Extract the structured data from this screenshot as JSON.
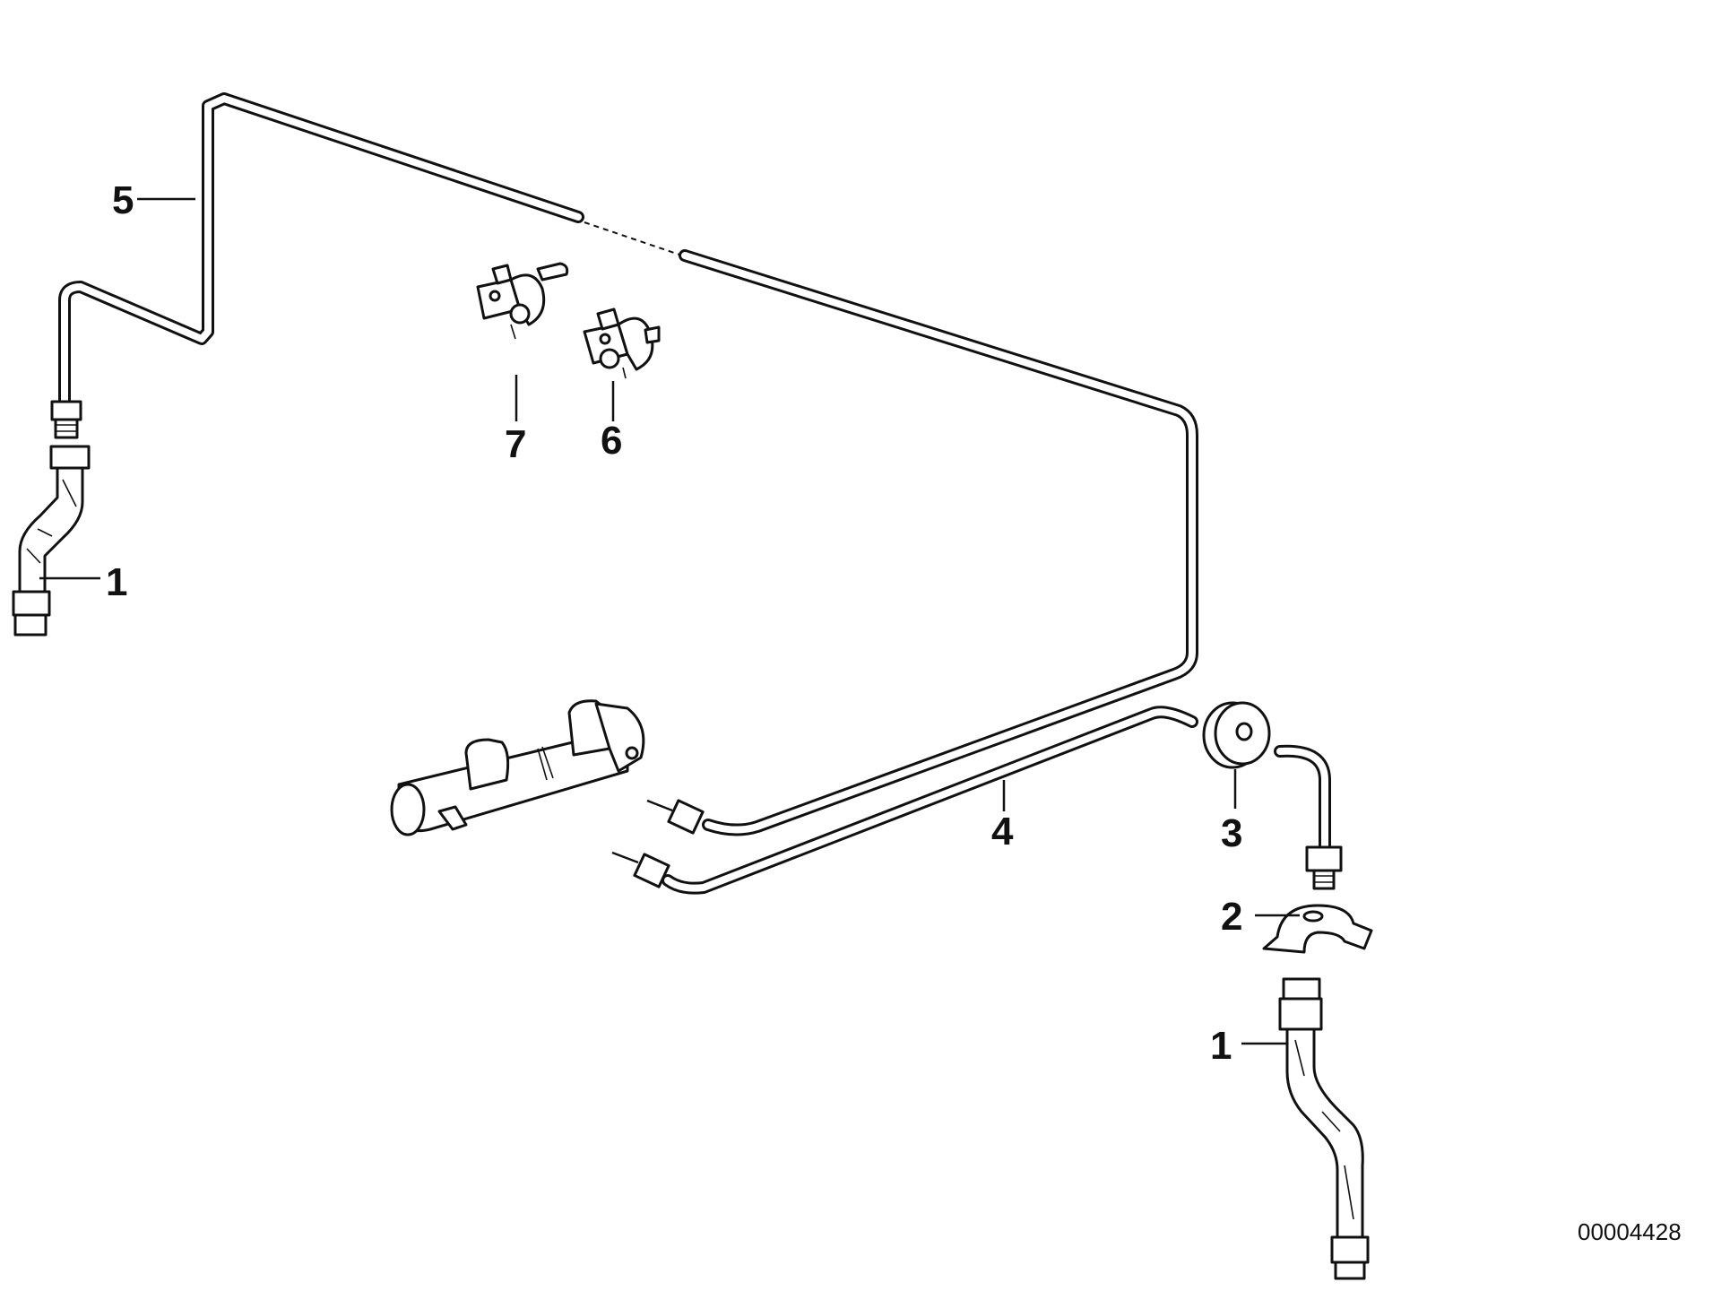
{
  "diagram": {
    "part_labels": {
      "p1_left": "1",
      "p1_right": "1",
      "p2": "2",
      "p3": "3",
      "p4": "4",
      "p5": "5",
      "p6": "6",
      "p7": "7"
    },
    "document_number": "00004428"
  }
}
